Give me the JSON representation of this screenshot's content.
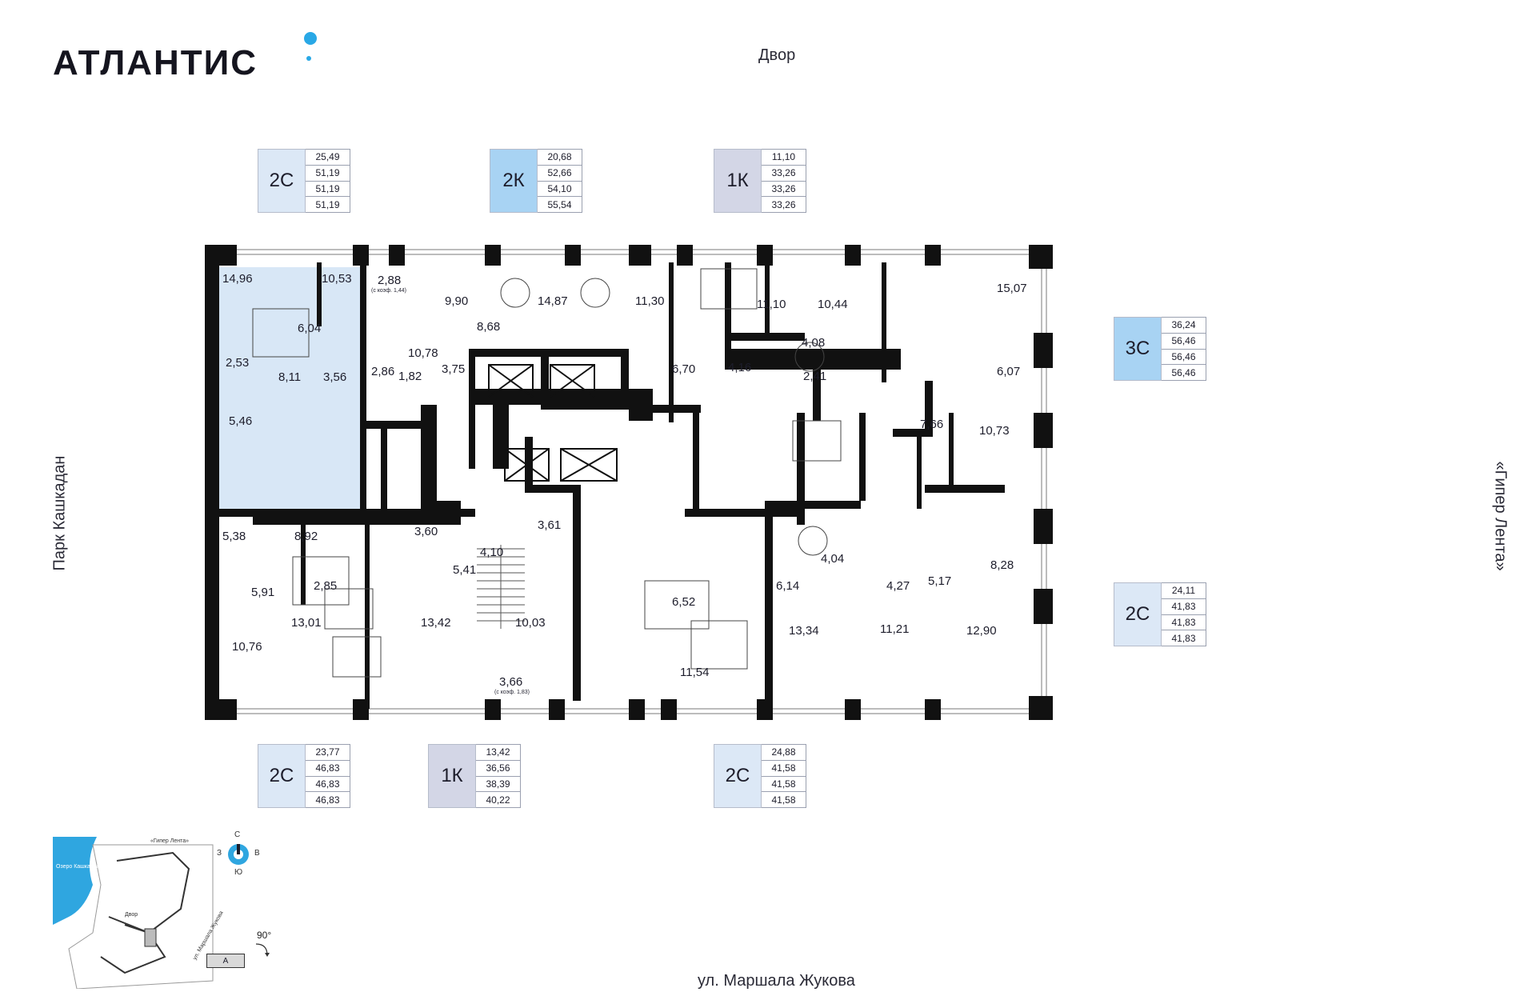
{
  "logo": {
    "text": "АТЛАНТИС"
  },
  "labels": {
    "top": "Двор",
    "bottom": "ул. Маршала Жукова",
    "left": "Парк Кашкадан",
    "right": "«Гипер Лента»"
  },
  "apartments": [
    {
      "type": "2С",
      "color": "#dce8f6",
      "values": [
        "25,49",
        "51,19",
        "51,19",
        "51,19"
      ]
    },
    {
      "type": "2К",
      "color": "#a8d3f3",
      "values": [
        "20,68",
        "52,66",
        "54,10",
        "55,54"
      ]
    },
    {
      "type": "1К",
      "color": "#d3d6e6",
      "values": [
        "11,10",
        "33,26",
        "33,26",
        "33,26"
      ]
    },
    {
      "type": "3С",
      "color": "#a8d3f3",
      "values": [
        "36,24",
        "56,46",
        "56,46",
        "56,46"
      ]
    },
    {
      "type": "2С",
      "color": "#dce8f6",
      "values": [
        "24,11",
        "41,83",
        "41,83",
        "41,83"
      ]
    },
    {
      "type": "2С",
      "color": "#dce8f6",
      "values": [
        "23,77",
        "46,83",
        "46,83",
        "46,83"
      ]
    },
    {
      "type": "1К",
      "color": "#d3d6e6",
      "values": [
        "13,42",
        "36,56",
        "38,39",
        "40,22"
      ]
    },
    {
      "type": "2С",
      "color": "#dce8f6",
      "values": [
        "24,88",
        "41,58",
        "41,58",
        "41,58"
      ]
    }
  ],
  "rooms": [
    "14,96",
    "10,53",
    "6,04",
    "2,53",
    "8,11",
    "3,56",
    "5,46",
    "2,88",
    "10,78",
    "2,86",
    "1,82",
    "9,90",
    "8,68",
    "3,75",
    "14,87",
    "11,30",
    "6,70",
    "11,10",
    "4,16",
    "10,44",
    "4,08",
    "2,41",
    "15,07",
    "6,07",
    "7,66",
    "10,73",
    "5,38",
    "8,92",
    "5,91",
    "2,85",
    "10,76",
    "13,01",
    "3,60",
    "4,10",
    "3,61",
    "5,41",
    "13,42",
    "10,03",
    "3,66",
    "6,52",
    "6,14",
    "11,54",
    "13,34",
    "4,04",
    "4,27",
    "5,17",
    "11,21",
    "8,28",
    "12,90"
  ],
  "room_notes": {
    "loggia_1": "(с коэф. 1,44)",
    "loggia_2": "(с коэф. 1,83)"
  },
  "minimap": {
    "park": "Озеро Кашкадан",
    "store": "«Гипер Лента»",
    "yard": "Двор",
    "street": "ул. Маршала Жукова",
    "compass": {
      "n": "С",
      "s": "Ю",
      "w": "З",
      "e": "В"
    },
    "rotation": "90°",
    "section": "А"
  }
}
